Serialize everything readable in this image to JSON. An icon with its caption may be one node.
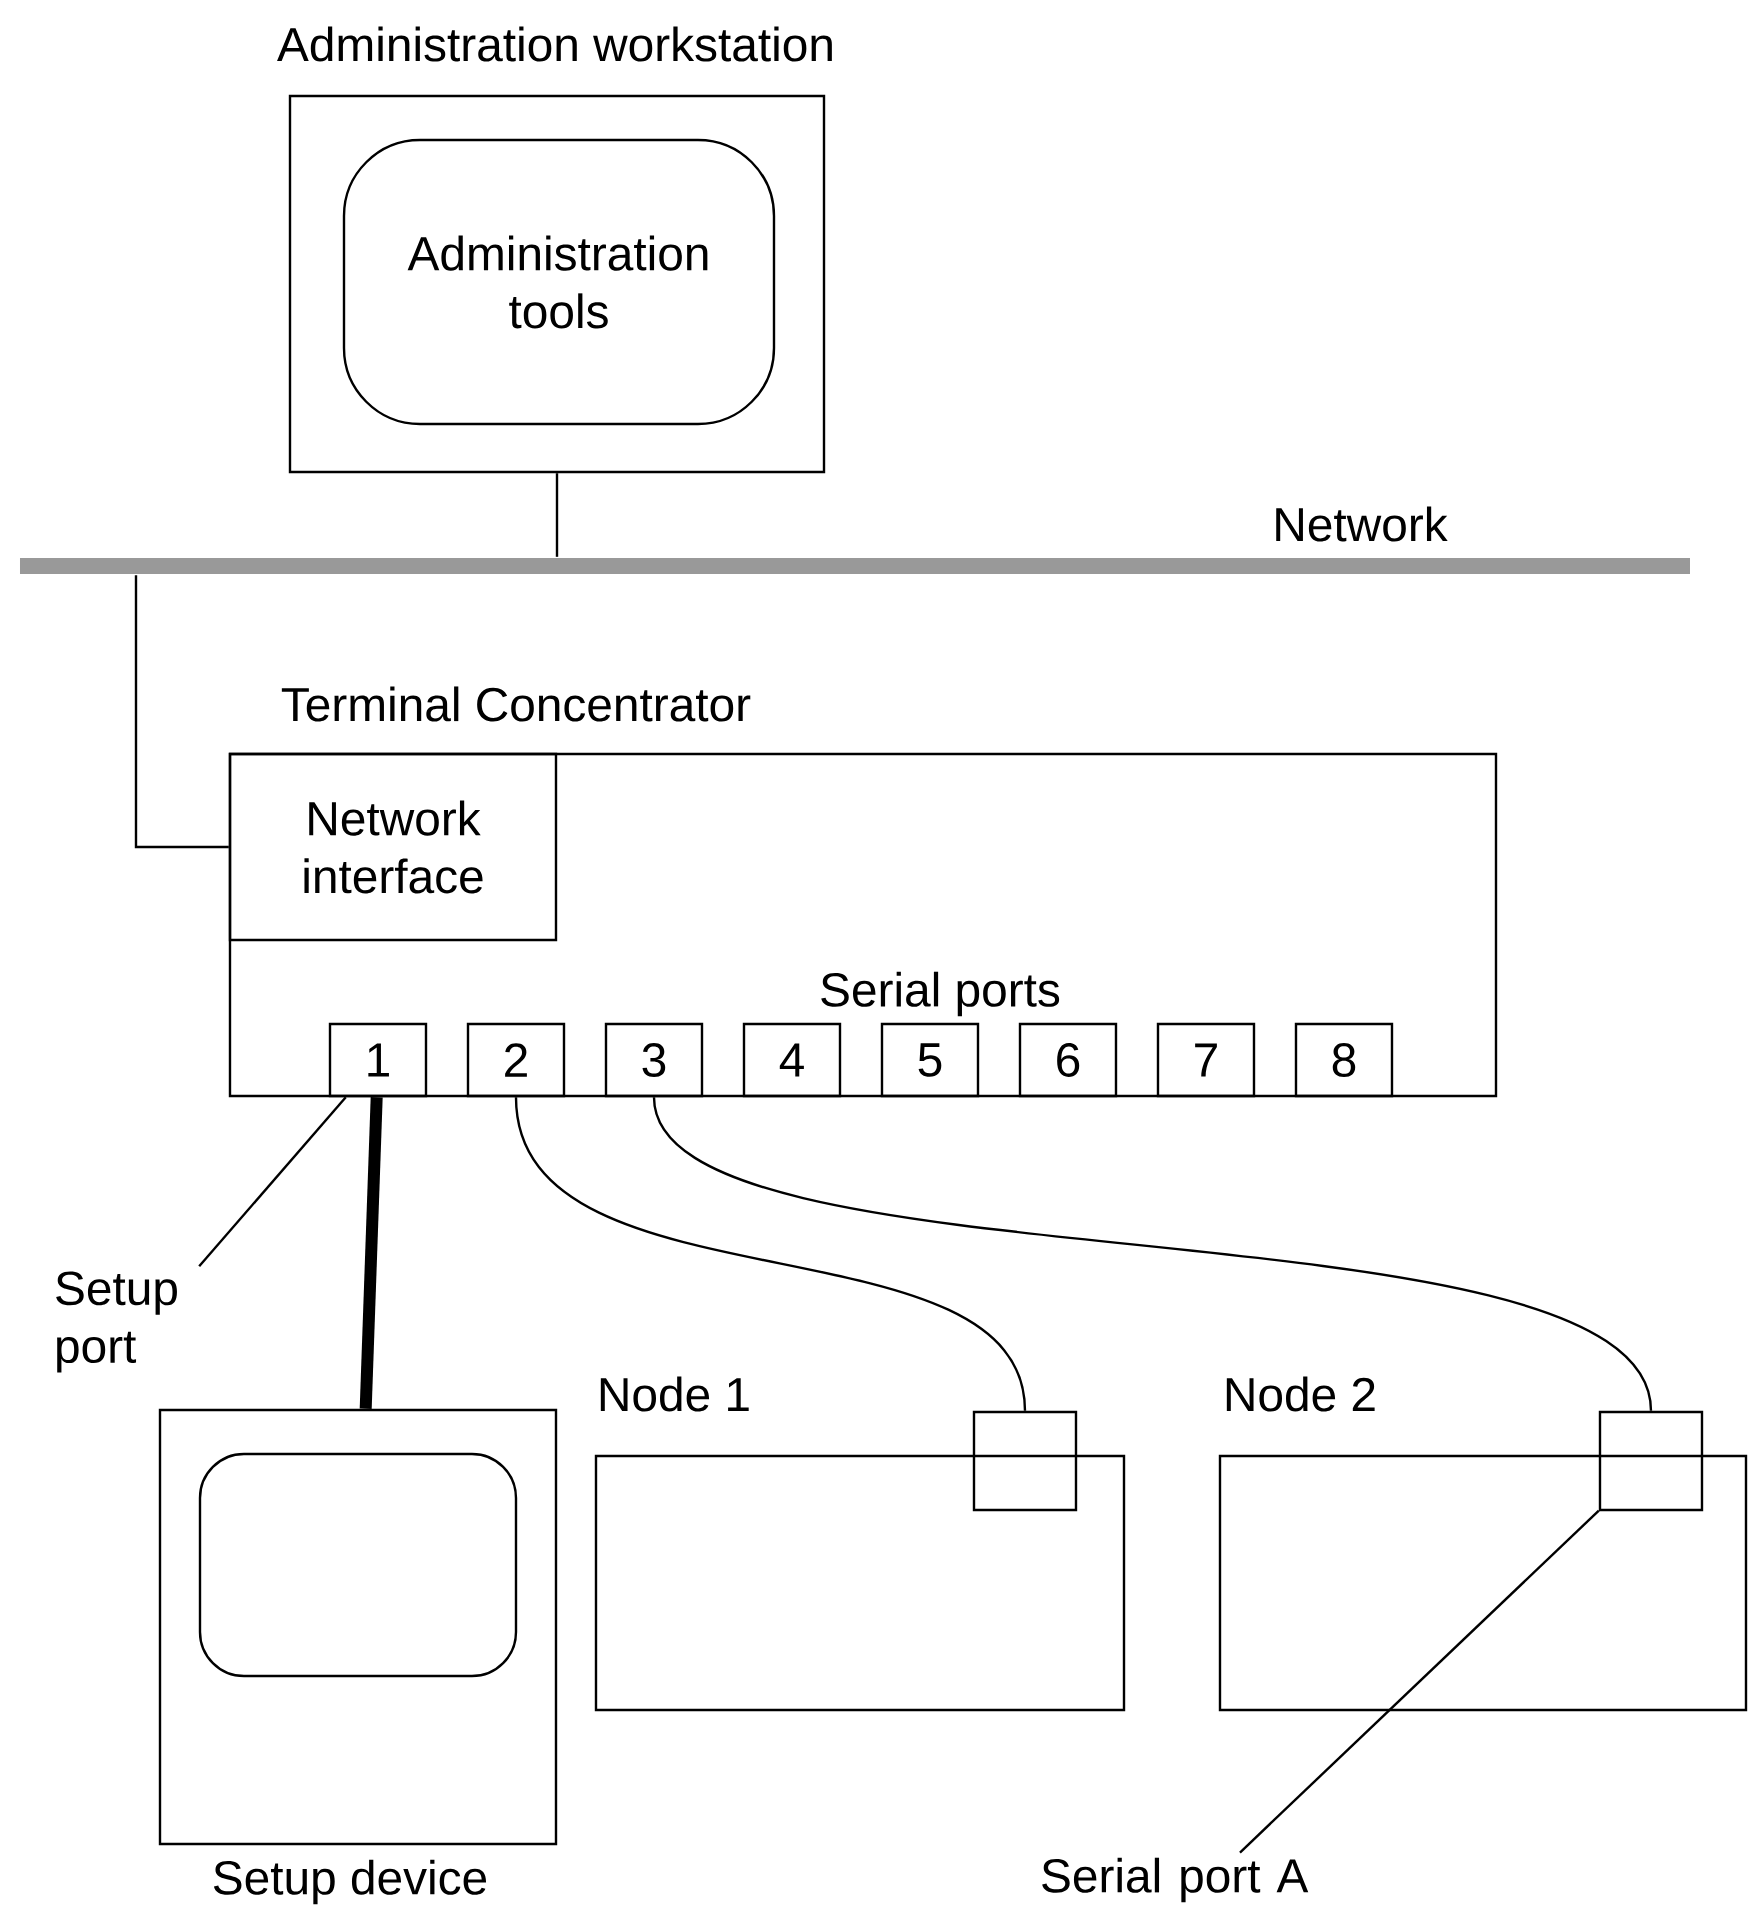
{
  "diagram": {
    "nodes": [
      {
        "text": [
          "Administration workstation"
        ]
      },
      {
        "text": [
          "Administration tools"
        ],
        "in": 0
      },
      {
        "text": [
          "Network"
        ]
      },
      {
        "text": [
          "Terminal Concentrator",
          "Serial ports"
        ]
      },
      {
        "text": [
          "Network interface"
        ],
        "in": 3
      },
      {
        "text": [
          "1"
        ],
        "in": 3
      },
      {
        "text": [
          "2"
        ],
        "in": 3
      },
      {
        "text": [
          "3"
        ],
        "in": 3
      },
      {
        "text": [
          "4"
        ],
        "in": 3
      },
      {
        "text": [
          "5"
        ],
        "in": 3
      },
      {
        "text": [
          "6"
        ],
        "in": 3
      },
      {
        "text": [
          "7"
        ],
        "in": 3
      },
      {
        "text": [
          "8"
        ],
        "in": 3
      },
      {
        "text": [
          "Setup port"
        ]
      },
      {
        "text": [
          "Setup device"
        ]
      },
      {
        "text": [
          "Node 1"
        ]
      },
      {
        "text": [],
        "shape": "box"
      },
      {
        "text": [
          "Node 2"
        ]
      },
      {
        "text": [],
        "shape": "box"
      },
      {
        "text": [
          "Serial port A"
        ]
      }
    ],
    "edges": [
      {
        "from": 0,
        "to": 2,
        "arrow": "none"
      },
      {
        "from": 2,
        "to": 4,
        "arrow": "none"
      },
      {
        "from": 5,
        "to": 14,
        "arrow": "none",
        "style": "thick"
      },
      {
        "from": 6,
        "to": 16,
        "arrow": "none"
      },
      {
        "from": 7,
        "to": 18,
        "arrow": "none"
      },
      {
        "from": 13,
        "to": 5,
        "arrow": "none"
      },
      {
        "from": 19,
        "to": 18,
        "arrow": "none"
      }
    ]
  }
}
